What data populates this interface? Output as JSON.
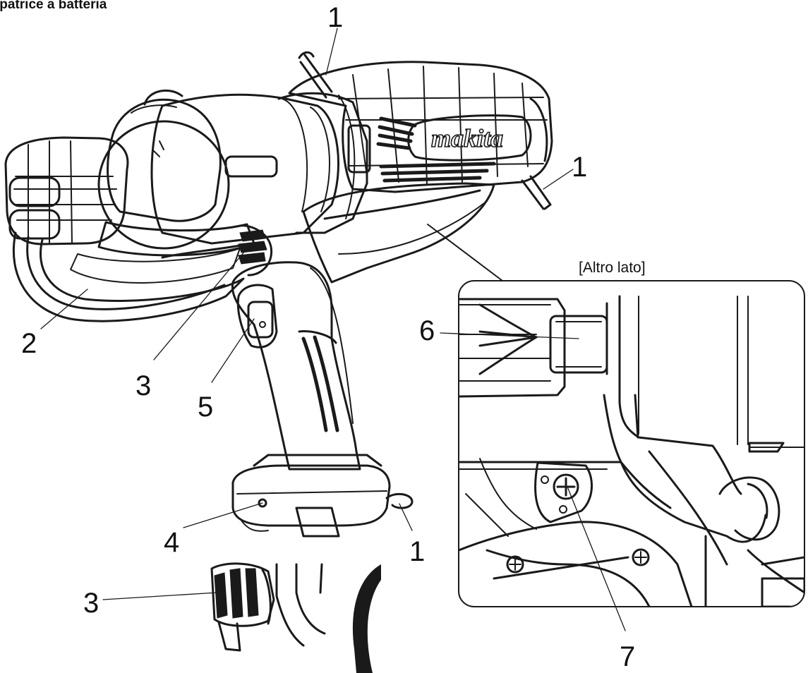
{
  "title": "ipatrice a batteria",
  "brand_logo": "makita",
  "inset": {
    "title": "[Altro lato]"
  },
  "callouts": [
    {
      "id": "callout-1a",
      "label": "1"
    },
    {
      "id": "callout-1b",
      "label": "1"
    },
    {
      "id": "callout-1c",
      "label": "1"
    },
    {
      "id": "callout-2",
      "label": "2"
    },
    {
      "id": "callout-3",
      "label": "3"
    },
    {
      "id": "callout-3-detail",
      "label": "3"
    },
    {
      "id": "callout-4",
      "label": "4"
    },
    {
      "id": "callout-5",
      "label": "5"
    },
    {
      "id": "callout-6",
      "label": "6"
    },
    {
      "id": "callout-7",
      "label": "7"
    }
  ],
  "colors": {
    "line": "#1a1a1a",
    "background": "#ffffff"
  }
}
